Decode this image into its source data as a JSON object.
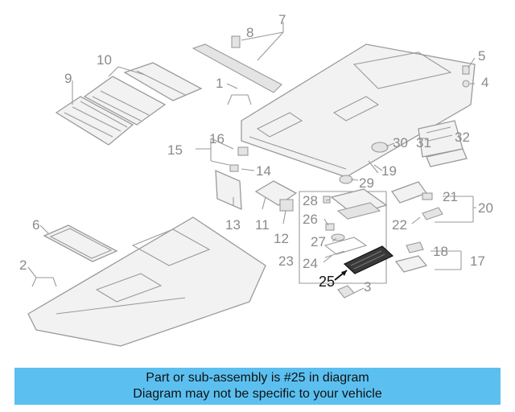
{
  "diagram": {
    "callouts": [
      {
        "id": "1",
        "label": "1"
      },
      {
        "id": "2",
        "label": "2"
      },
      {
        "id": "3",
        "label": "3"
      },
      {
        "id": "4",
        "label": "4"
      },
      {
        "id": "5",
        "label": "5"
      },
      {
        "id": "6",
        "label": "6"
      },
      {
        "id": "7",
        "label": "7"
      },
      {
        "id": "8",
        "label": "8"
      },
      {
        "id": "9",
        "label": "9"
      },
      {
        "id": "10",
        "label": "10"
      },
      {
        "id": "11",
        "label": "11"
      },
      {
        "id": "12",
        "label": "12"
      },
      {
        "id": "13",
        "label": "13"
      },
      {
        "id": "14",
        "label": "14"
      },
      {
        "id": "15",
        "label": "15"
      },
      {
        "id": "16",
        "label": "16"
      },
      {
        "id": "17",
        "label": "17"
      },
      {
        "id": "18",
        "label": "18"
      },
      {
        "id": "19",
        "label": "19"
      },
      {
        "id": "20",
        "label": "20"
      },
      {
        "id": "21",
        "label": "21"
      },
      {
        "id": "22",
        "label": "22"
      },
      {
        "id": "23",
        "label": "23"
      },
      {
        "id": "24",
        "label": "24"
      },
      {
        "id": "25",
        "label": "25",
        "highlighted": true
      },
      {
        "id": "26",
        "label": "26"
      },
      {
        "id": "27",
        "label": "27"
      },
      {
        "id": "28",
        "label": "28"
      },
      {
        "id": "29",
        "label": "29"
      },
      {
        "id": "30",
        "label": "30"
      },
      {
        "id": "31",
        "label": "31"
      },
      {
        "id": "32",
        "label": "32"
      }
    ],
    "highlight_color": "#111111",
    "line_color": "#9a9a9a"
  },
  "banner": {
    "line1": "Part or sub-assembly is #25 in diagram",
    "line2": "Diagram may not be specific to your vehicle",
    "background": "#5bc0f0"
  }
}
